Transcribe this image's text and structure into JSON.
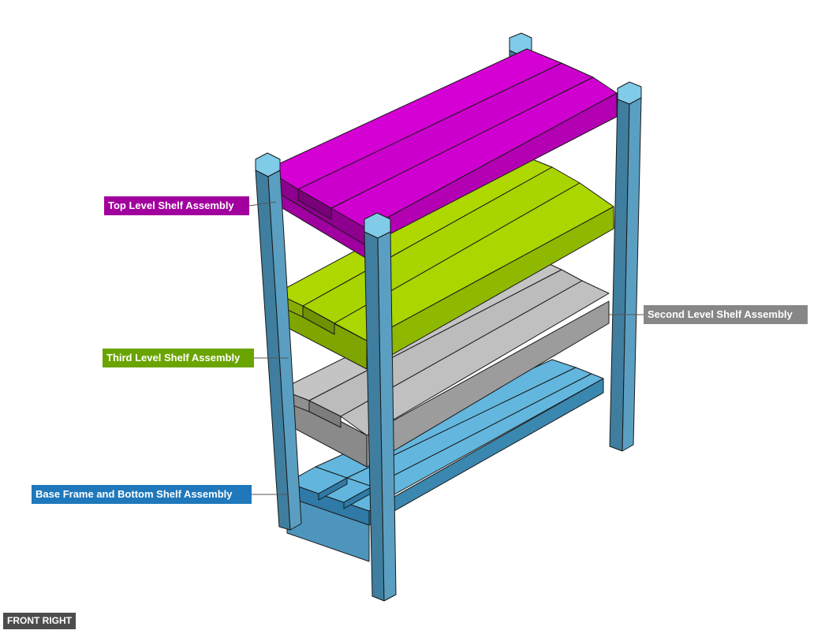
{
  "labels": {
    "top": "Top Level Shelf Assembly",
    "third": "Third Level Shelf Assembly",
    "second": "Second Level Shelf Assembly",
    "base": "Base Frame and Bottom Shelf Assembly"
  },
  "view_label": "FRONT RIGHT",
  "colors": {
    "top": "#cc00cc",
    "third": "#a8d400",
    "second": "#bebebe",
    "base": "#5eb4dc",
    "legs": "#5a9fc2",
    "label_top": "#a2009e",
    "label_third": "#6aa400",
    "label_second": "#878787",
    "label_base": "#1f78bb"
  }
}
